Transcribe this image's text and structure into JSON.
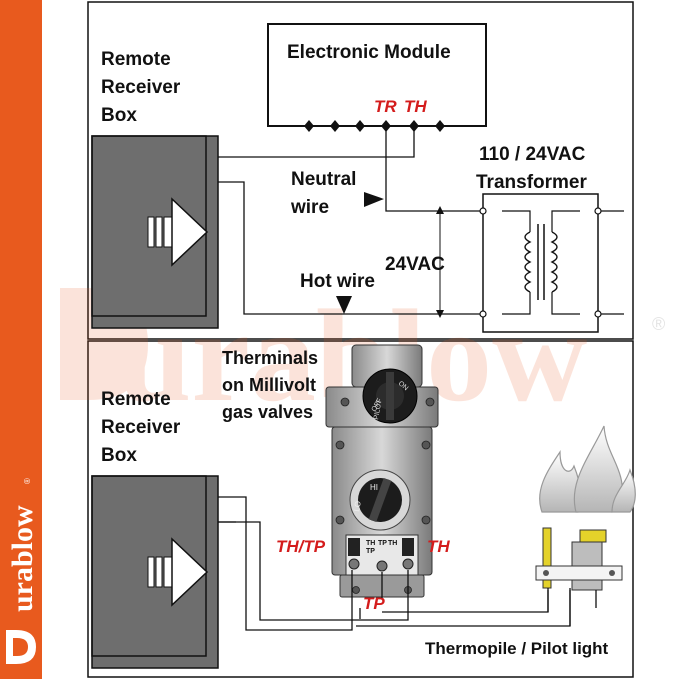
{
  "brand": {
    "name": "urablow",
    "watermark": "urablow",
    "registered": "®",
    "color": "#e85a1e"
  },
  "top_panel": {
    "remote_box_label": [
      "Remote",
      "Receiver",
      "Box"
    ],
    "module_title": "Electronic Module",
    "module_terminals": {
      "tr": "TR",
      "th": "TH"
    },
    "neutral_wire": [
      "Neutral",
      "wire"
    ],
    "hot_wire": "Hot wire",
    "voltage_label": "24VAC",
    "transformer_label": [
      "110 / 24VAC",
      "Transformer"
    ]
  },
  "bottom_panel": {
    "remote_box_label": [
      "Remote",
      "Receiver",
      "Box"
    ],
    "valve_label": [
      "Therminals",
      "on Millivolt",
      "gas valves"
    ],
    "terminal_th_tp": "TH/TP",
    "terminal_th": "TH",
    "terminal_tp": "TP",
    "pilot_label": "Thermopile / Pilot light",
    "knob_top": [
      "OFF",
      "PILOT",
      "ON"
    ],
    "knob_bottom": [
      "HI",
      "LO"
    ],
    "terminal_marks": [
      "TH",
      "TP",
      "TP",
      "TH"
    ]
  },
  "colors": {
    "accent": "#e85a1e",
    "terminal_text": "#d41c1c",
    "box_fill": "#6e6e6e"
  }
}
